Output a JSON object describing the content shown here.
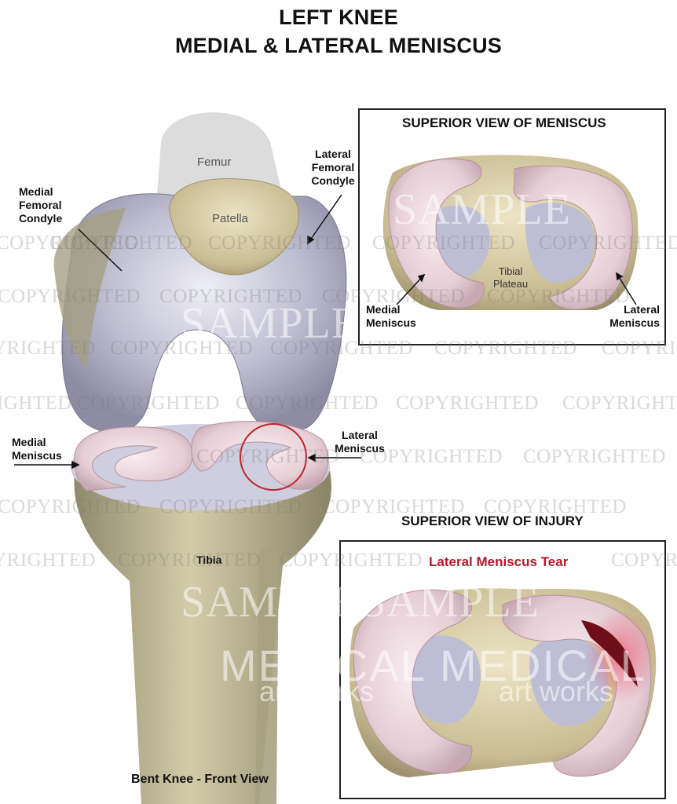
{
  "title": {
    "line1": "LEFT KNEE",
    "line2": "MEDIAL & LATERAL MENISCUS"
  },
  "main_view": {
    "labels": {
      "femur": "Femur",
      "patella": "Patella",
      "lateral_femoral_condyle": "Lateral\nFemoral\nCondyle",
      "medial_femoral_condyle": "Medial\nFemoral\nCondyle",
      "medial_meniscus": "Medial\nMeniscus",
      "lateral_meniscus": "Lateral\nMeniscus",
      "tibia": "Tibia"
    },
    "caption": "Bent Knee - Front View"
  },
  "superior_view": {
    "heading": "SUPERIOR VIEW OF MENISCUS",
    "labels": {
      "tibial_plateau": "Tibial\nPlateau",
      "medial_meniscus": "Medial\nMeniscus",
      "lateral_meniscus": "Lateral\nMeniscus"
    }
  },
  "injury_view": {
    "heading": "SUPERIOR VIEW OF INJURY",
    "tear_label": "Lateral Meniscus Tear"
  },
  "watermark": {
    "text": "COPYRIGHTED",
    "sample": "SAMPLE",
    "brand": "MEDICAL",
    "brand_sub": "art works"
  },
  "colors": {
    "tear": "#b11a2a",
    "bone": "#d8cfa8",
    "cartilage": "#c9c8d9",
    "meniscus": "#e9d6dc"
  }
}
